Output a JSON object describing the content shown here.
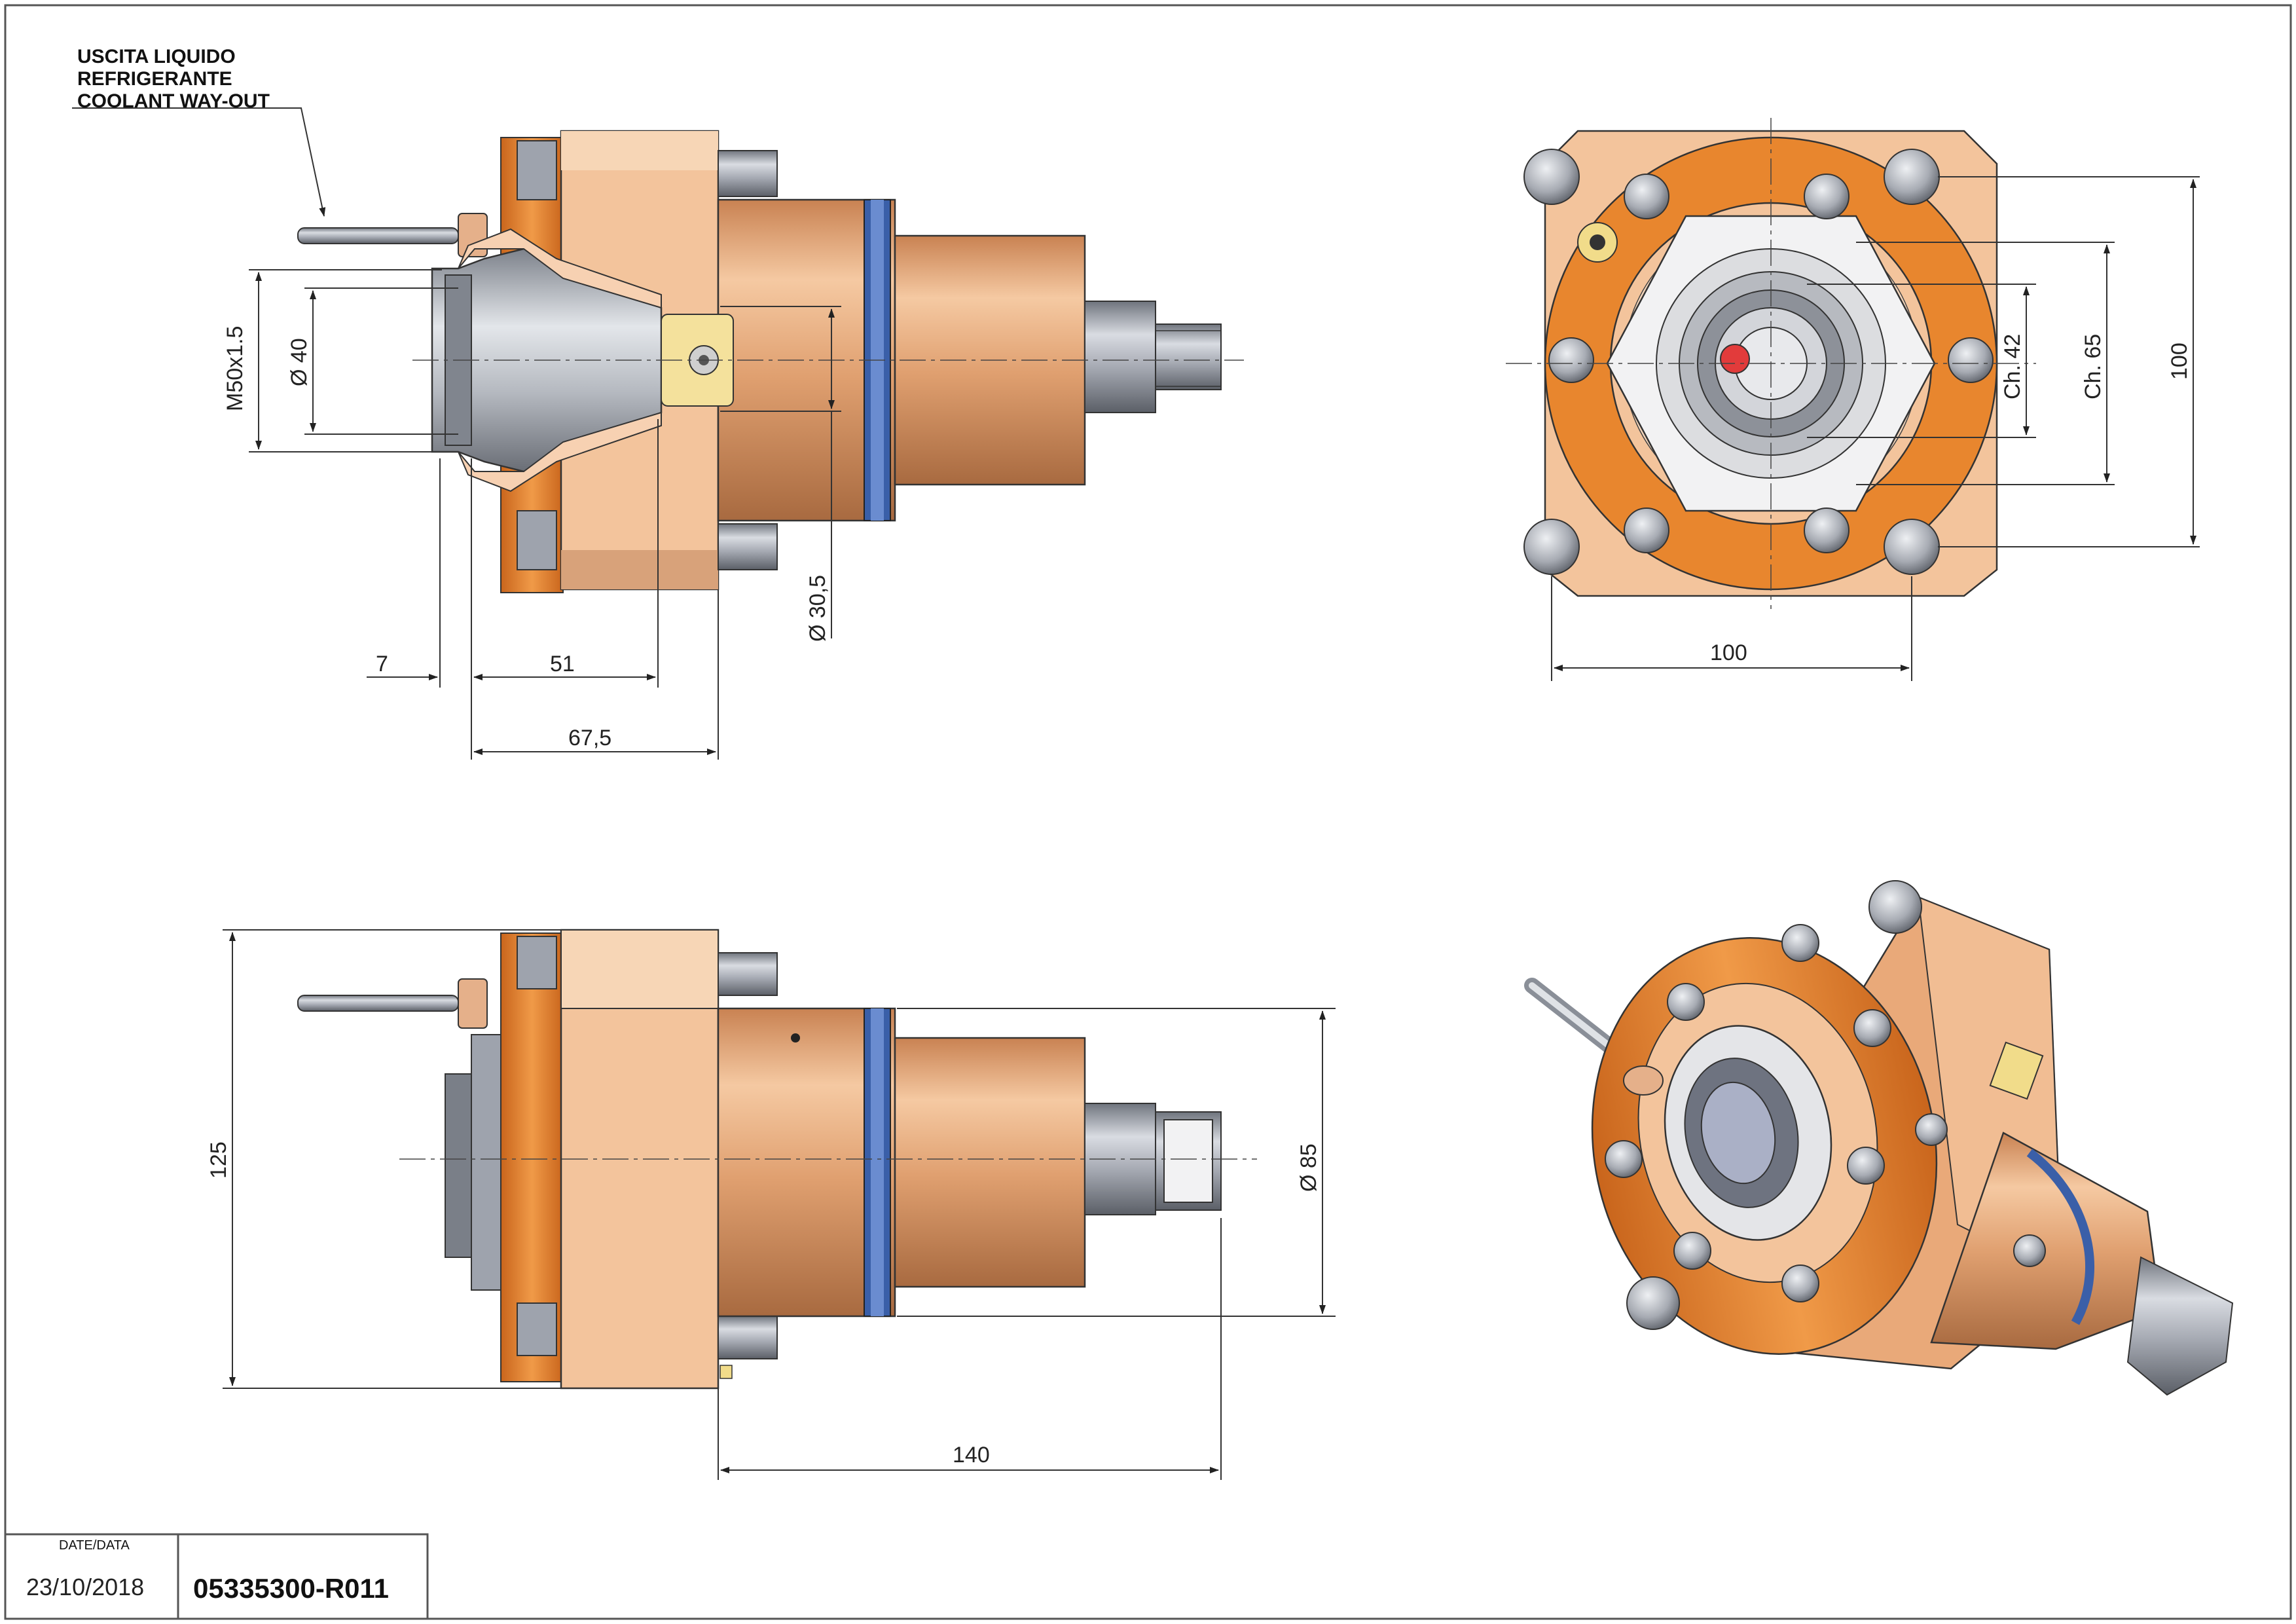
{
  "note": {
    "line1": "USCITA LIQUIDO",
    "line2": "REFRIGERANTE",
    "line3": "COOLANT WAY-OUT"
  },
  "dims": {
    "thread": "M50x1.5",
    "dia40": "Ø 40",
    "dia30_5": "Ø 30,5",
    "len7": "7",
    "len51": "51",
    "len67_5": "67,5",
    "ch42": "Ch. 42",
    "ch65": "Ch. 65",
    "sq100_v": "100",
    "sq100_h": "100",
    "h125": "125",
    "dia85": "Ø 85",
    "len140": "140"
  },
  "title_block": {
    "date_label": "DATE/DATA",
    "date": "23/10/2018",
    "code": "05335300-R011"
  },
  "colors": {
    "body_peach": "#f3c49c",
    "flange_orange": "#e8862e",
    "bronze": "#d89a6a",
    "steel": "#9ea3ad",
    "seal_blue": "#3a5fa8"
  }
}
